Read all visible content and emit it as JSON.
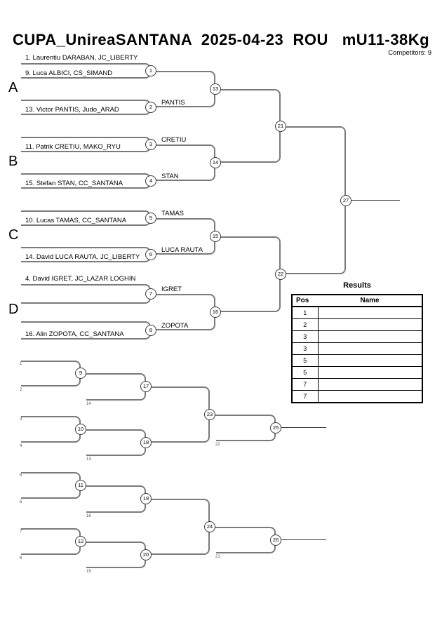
{
  "header": {
    "title": "CUPA_UnireaSANTANA  2025-04-23  ROU   mU11-38Kg",
    "competitors": "Competitors: 9"
  },
  "groups": {
    "a": "A",
    "b": "B",
    "c": "C",
    "d": "D"
  },
  "players": {
    "daraban": "1. Laurentiu DARABAN, JC_LIBERTY",
    "albici": "9. Luca ALBICI, CS_SIMAND",
    "pantis": "13. Victor PANTIS, Judo_ARAD",
    "cretiu": "11. Patrik CRETIU, MAKO_RYU",
    "stan": "15. Stefan STAN, CC_SANTANA",
    "tamas": "10. Lucas TAMAS, CC_SANTANA",
    "luca_rauta": "14. David LUCA RAUTA, JC_LIBERTY",
    "igret": "4. David IGRET, JC_LAZAR LOGHIN",
    "zopota": "16. Alin ZOPOTA, CC_SANTANA"
  },
  "advancers": {
    "pantis": "PANTIS",
    "cretiu": "CRETIU",
    "stan": "STAN",
    "tamas": "TAMAS",
    "luca_rauta": "LUCA RAUTA",
    "igret": "IGRET",
    "zopota": "ZOPOTA"
  },
  "match_numbers": {
    "m1": "1",
    "m2": "2",
    "m3": "3",
    "m4": "4",
    "m5": "5",
    "m6": "6",
    "m7": "7",
    "m8": "8",
    "m9": "9",
    "m10": "10",
    "m11": "11",
    "m12": "12",
    "m13": "13",
    "m14": "14",
    "m15": "15",
    "m16": "16",
    "m17": "17",
    "m18": "18",
    "m19": "19",
    "m20": "20",
    "m21": "21",
    "m22": "22",
    "m23": "23",
    "m24": "24",
    "m25": "25",
    "m26": "26",
    "m27": "27"
  },
  "feeds": {
    "n1": "1",
    "n2": "2",
    "n3": "3",
    "n4": "4",
    "n5": "5",
    "n6": "6",
    "n7": "7",
    "n8": "8",
    "n13": "13",
    "n14": "14",
    "n15": "15",
    "n16": "16",
    "n21": "21",
    "n22": "22"
  },
  "results": {
    "title": "Results",
    "col_pos": "Pos",
    "col_name": "Name",
    "rows": [
      {
        "pos": "1",
        "name": ""
      },
      {
        "pos": "2",
        "name": ""
      },
      {
        "pos": "3",
        "name": ""
      },
      {
        "pos": "3",
        "name": ""
      },
      {
        "pos": "5",
        "name": ""
      },
      {
        "pos": "5",
        "name": ""
      },
      {
        "pos": "7",
        "name": ""
      },
      {
        "pos": "7",
        "name": ""
      }
    ]
  }
}
